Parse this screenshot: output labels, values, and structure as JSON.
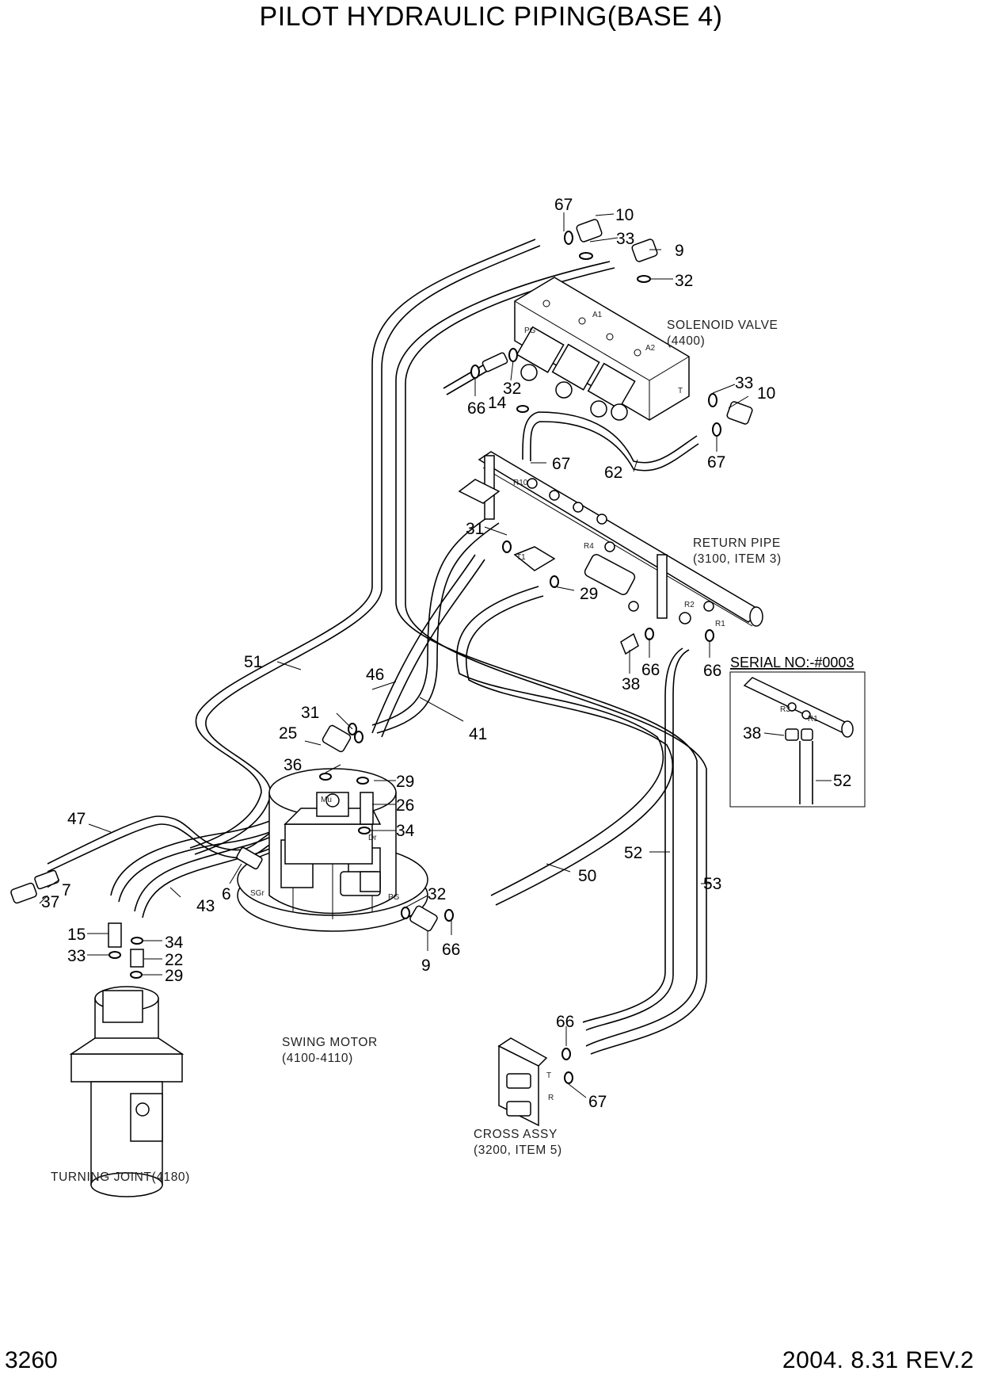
{
  "title": "PILOT HYDRAULIC PIPING(BASE 4)",
  "footer": {
    "page_number": "3260",
    "revision": "2004. 8.31  REV.2"
  },
  "labels": {
    "solenoid_valve": [
      "SOLENOID VALVE",
      "(4400)"
    ],
    "return_pipe": [
      "RETURN PIPE",
      "(3100, ITEM 3)"
    ],
    "swing_motor": [
      "SWING MOTOR",
      "(4100-4110)"
    ],
    "cross_assy": [
      "CROSS ASSY",
      "(3200, ITEM 5)"
    ],
    "turning_joint": "TURNING JOINT(4180)",
    "serial_no": "SERIAL NO:-#0003"
  },
  "port_marks": [
    "A1",
    "A2",
    "PG",
    "T",
    "R10",
    "T1",
    "R4",
    "R2",
    "R1",
    "Mu",
    "Dr",
    "SGr",
    "PG",
    "T",
    "R",
    "R3",
    "R1"
  ],
  "part_numbers": [
    "67",
    "10",
    "33",
    "9",
    "32",
    "66",
    "14",
    "32",
    "33",
    "10",
    "67",
    "67",
    "62",
    "31",
    "29",
    "66",
    "38",
    "66",
    "51",
    "46",
    "31",
    "41",
    "25",
    "36",
    "29",
    "26",
    "34",
    "47",
    "7",
    "37",
    "6",
    "43",
    "32",
    "9",
    "66",
    "15",
    "34",
    "33",
    "22",
    "29",
    "50",
    "52",
    "53",
    "66",
    "67",
    "38",
    "52"
  ]
}
